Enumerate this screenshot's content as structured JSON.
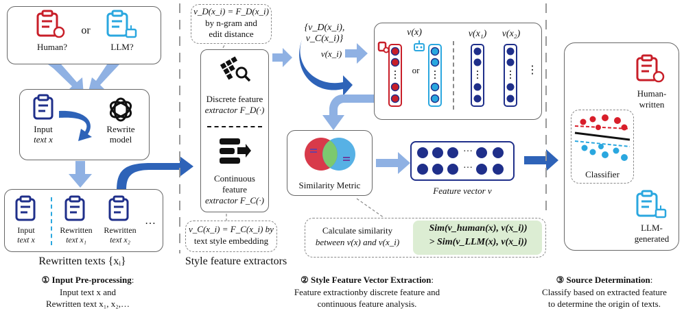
{
  "input_box": {
    "human": "Human?",
    "or": "or",
    "llm": "LLM?"
  },
  "rewrite_box": {
    "input": "Input",
    "text_x": "text x",
    "rewrite": "Rewrite",
    "model": "model"
  },
  "rewritten_box": {
    "items": [
      {
        "line1": "Input",
        "line2": "text x"
      },
      {
        "line1": "Rewritten",
        "line2": "text x₁"
      },
      {
        "line1": "Rewritten",
        "line2": "text x₂"
      }
    ],
    "ellipsis": "…",
    "caption": "Rewritten texts {xᵢ}"
  },
  "extractors": {
    "top_note_line1": "v_D(x_i) = F_D(x_i)",
    "top_note_line2": "by n-gram and",
    "top_note_line3": "edit distance",
    "discrete_line1": "Discrete feature",
    "discrete_line2": "extractor F_D(·)",
    "continuous_line1": "Continuous",
    "continuous_line2": "feature",
    "continuous_line3": "extractor F_C(·)",
    "bottom_note_line1": "v_C(x_i) = F_C(x_i) by",
    "bottom_note_line2": "text style embedding",
    "caption": "Style feature extractors"
  },
  "vectors": {
    "pair_label": "{v_D(x_i), v_C(x_i)}",
    "arrow_label": "v(x_i)",
    "vx": "v(x)",
    "or": "or",
    "vx1": "v(x₁)",
    "vx2": "v(x₂)",
    "dots": "⋮",
    "hdots": "⋮"
  },
  "similarity": {
    "label": "Similarity Metric",
    "feature_label": "Feature vector v",
    "note_line1": "Calculate similarity",
    "note_line2": "between v(x) and v(x_i)",
    "eq_line1": "Sim(v_human(x), v(x_i))",
    "eq_line2": "> Sim(v_LLM(x), v(x_i))",
    "ellipsis": "…"
  },
  "classifier": {
    "label": "Classifier",
    "human_line1": "Human-",
    "human_line2": "written",
    "llm_line1": "LLM-",
    "llm_line2": "generated"
  },
  "steps": [
    {
      "title": "① Input Pre-processing",
      "colon": ":",
      "line1": "Input text x and",
      "line2": "Rewritten text x₁, x₂,…"
    },
    {
      "title": "② Style Feature Vector Extraction",
      "colon": ":",
      "line1": "Feature extractionby discrete feature and",
      "line2": "continuous feature analysis."
    },
    {
      "title": "③ Source Determination",
      "colon": ":",
      "line1": "Classify based on extracted feature",
      "line2": "to determine the origin of texts."
    }
  ],
  "colors": {
    "human_red": "#c81e28",
    "llm_blue": "#2aa7df",
    "navy": "#1f2f8a",
    "arrow": "#8fb1e3",
    "arrow_dark": "#2e63b8",
    "green": "#dcedd3"
  }
}
